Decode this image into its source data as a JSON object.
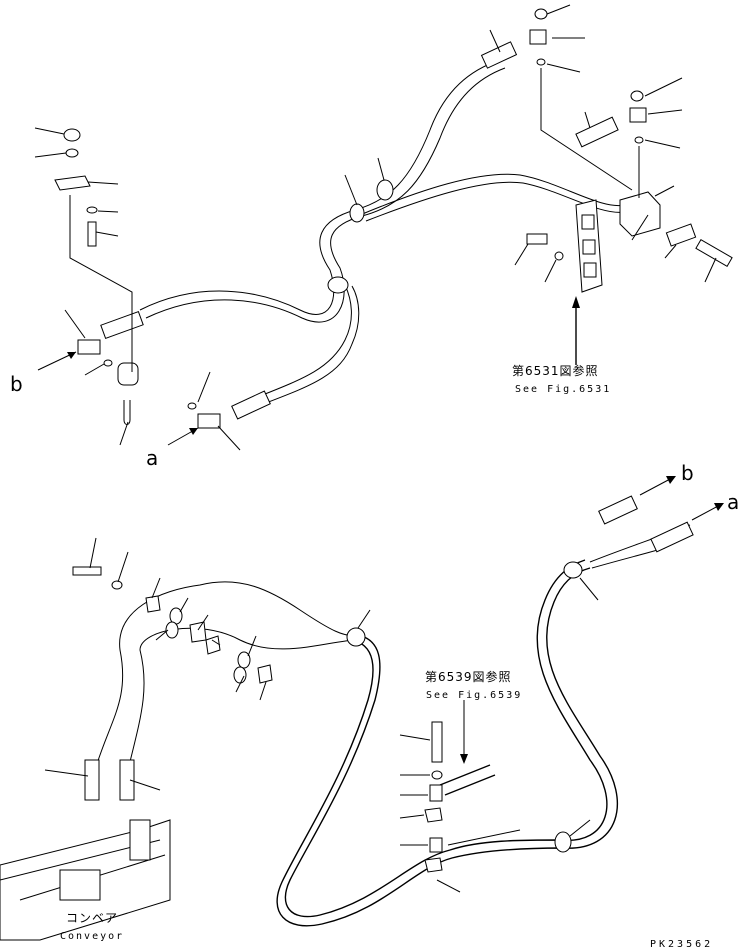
{
  "callouts": {
    "a_upper": "a",
    "b_upper": "b",
    "a_right": "a",
    "b_right": "b"
  },
  "references": {
    "fig6531_jp": "第6531図参照",
    "fig6531_en": "See Fig.6531",
    "fig6539_jp": "第6539図参照",
    "fig6539_en": "See Fig.6539"
  },
  "conveyor": {
    "jp": "コンベア",
    "en": "Conveyor"
  },
  "drawing_number": "PK23562"
}
